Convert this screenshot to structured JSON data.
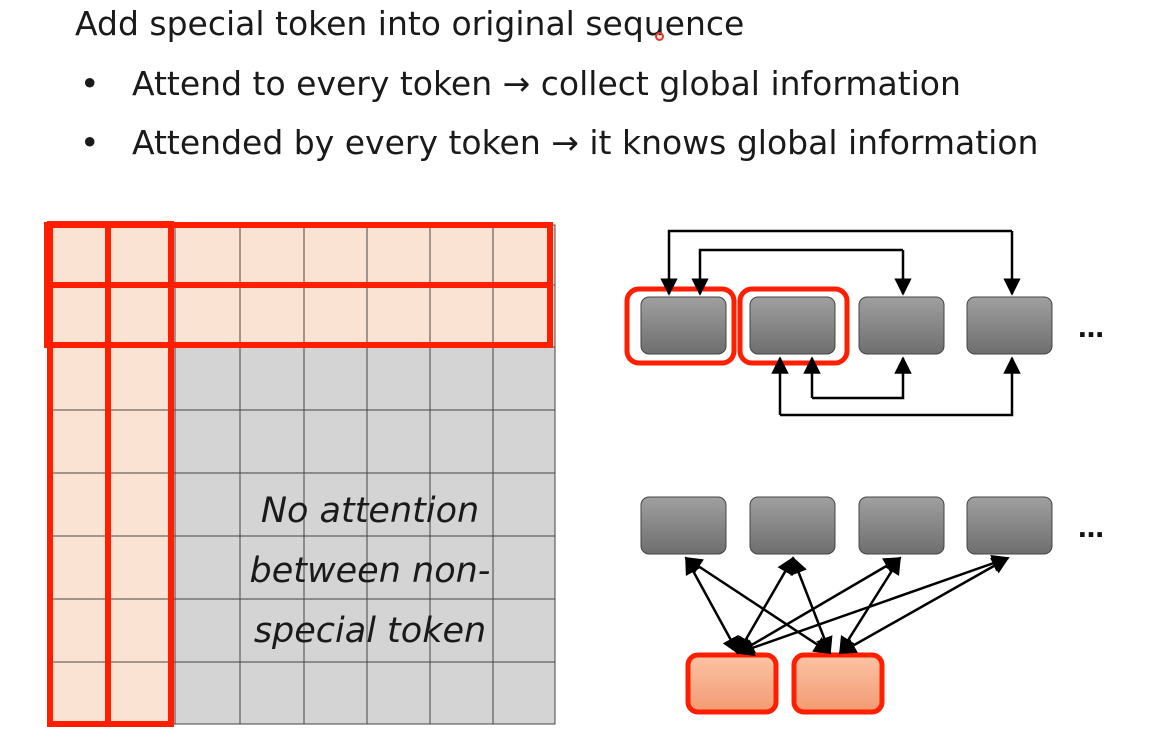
{
  "heading": "Add special token into original sequence",
  "bullets": [
    {
      "marker": "•",
      "text": "Attend to every token → collect global information"
    },
    {
      "marker": "•",
      "text": "Attended by every token → it knows global information"
    }
  ],
  "matrix_label": [
    "No attention",
    "between non-",
    "special token"
  ],
  "ellipsis": "…",
  "colors": {
    "special_fill": "#fbe3d3",
    "normal_fill": "#d4d4d4",
    "highlight_border": "#ff1f00",
    "token_gray": "#8a8a8a",
    "token_salmon": "#f4a582"
  }
}
